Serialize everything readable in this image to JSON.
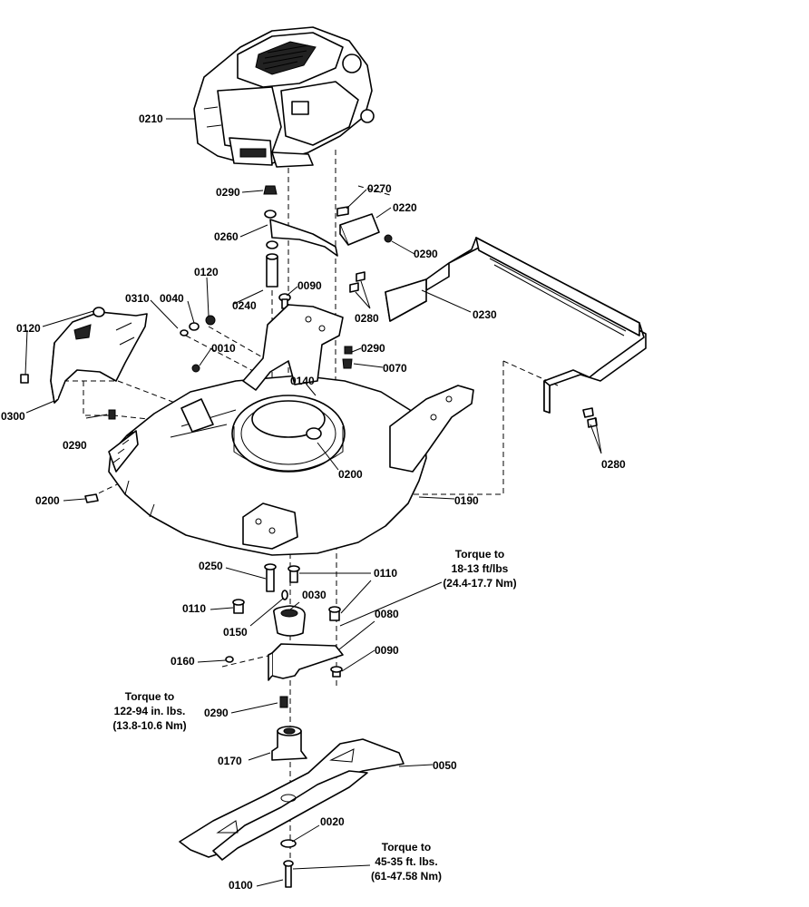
{
  "labels": {
    "p0210": "0210",
    "p0290_a": "0290",
    "p0270": "0270",
    "p0220": "0220",
    "p0260": "0260",
    "p0290_b": "0290",
    "p0120_a": "0120",
    "p0090_a": "0090",
    "p0240": "0240",
    "p0280_a": "0280",
    "p0230": "0230",
    "p0310": "0310",
    "p0040": "0040",
    "p0120_b": "0120",
    "p0010": "0010",
    "p0290_c": "0290",
    "p0070": "0070",
    "p0140": "0140",
    "p0300": "0300",
    "p0290_d": "0290",
    "p0200_a": "0200",
    "p0200_b": "0200",
    "p0190": "0190",
    "p0280_b": "0280",
    "p0250": "0250",
    "p0110_a": "0110",
    "p0110_b": "0110",
    "p0030": "0030",
    "p0150": "0150",
    "p0080": "0080",
    "p0090_b": "0090",
    "p0160": "0160",
    "p0290_e": "0290",
    "p0170": "0170",
    "p0050": "0050",
    "p0020": "0020",
    "p0100": "0100"
  },
  "torque_notes": {
    "blade_adapter": [
      "Torque to",
      "18-13 ft/lbs",
      "(24.4-17.7 Nm)"
    ],
    "bracket": [
      "Torque to",
      "122-94 in. lbs.",
      "(13.8-10.6 Nm)"
    ],
    "blade_bolt": [
      "Torque to",
      "45-35 ft. lbs.",
      "(61-47.58 Nm)"
    ]
  }
}
